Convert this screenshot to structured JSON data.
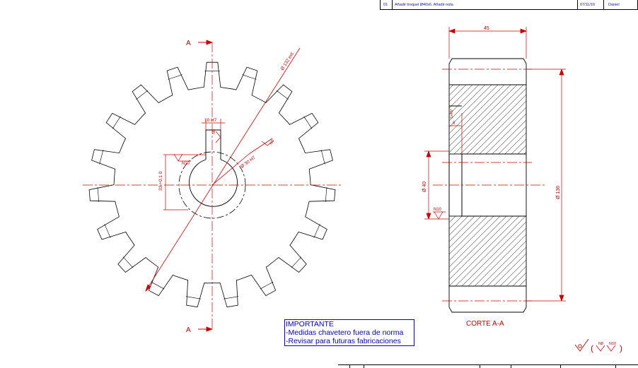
{
  "revision_table": {
    "number": "01",
    "description": "Añadir troquel Ø40x6. Añadir nota",
    "date": "07/11/16",
    "author": "Daniel"
  },
  "gear_view": {
    "section_label_top": "A",
    "section_label_bottom": "A",
    "dim_keyway_width": "10 H7",
    "dim_keyway_depth": "33 +0.1 0",
    "dim_bore": "Ø 30 H7",
    "dim_pitch": "Ø 132 ext.",
    "finish_n8": "N8",
    "finish_n10": "N10"
  },
  "section_view": {
    "dim_width": "45",
    "dim_outer": "Ø 136",
    "dim_counterbore": "Ø 40",
    "dim_depth": "6",
    "dim_chamfer": "1x45°",
    "finish_n10": "N10",
    "caption": "CORTE A-A"
  },
  "note": {
    "title": "IMPORTANTE",
    "line1": "-Medidas chavetero fuera de norma",
    "line2": "-Revisar para futuras fabricaciones"
  },
  "surface_finish": {
    "a": "N8",
    "b": "N10"
  },
  "colors": {
    "line": "#000000",
    "dimension": "#ff0000",
    "note": "#0000cc"
  }
}
